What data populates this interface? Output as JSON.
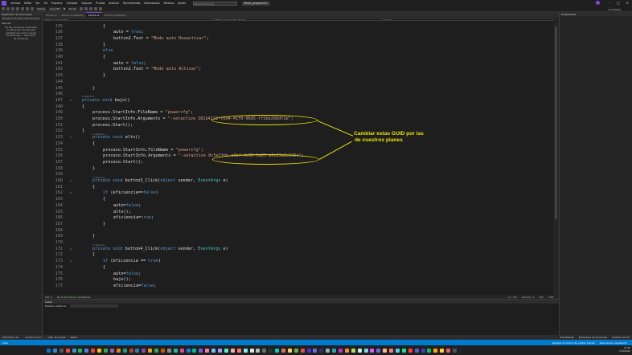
{
  "titlebar": {
    "menu": [
      "Archivo",
      "Editar",
      "Ver",
      "Git",
      "Proyecto",
      "Compilar",
      "Depurar",
      "Prueba",
      "Analizar",
      "Herramientas",
      "Extensiones",
      "Ventana",
      "Ayuda"
    ],
    "search_placeholder": "Buscar (Ctrl+Q)",
    "title": "Modo_pcrgaocmin"
  },
  "toolbar": {
    "config": "Debug",
    "platform": "Any CPU",
    "start": "Iniciar",
    "live_share": "Live Share"
  },
  "left_panel": {
    "title": "Explorador de soluciones",
    "search_placeholder": "Buscar en el Explorador de soluciones (Ctrl+;)",
    "tree_item": "Solución",
    "message": "No hay soluciones conectadas en este grupo. Abrirlas aquí mediante una acción o grupo de soluciones. ... Explorador de soluciones"
  },
  "tabs": [
    {
      "label": "Form1.cs",
      "active": false
    },
    {
      "label": "Form1.cs [Diseño]",
      "active": false
    },
    {
      "label": "Form1.cs",
      "active": true
    },
    {
      "label": "Form1.cs [Diseño]",
      "active": false
    }
  ],
  "navbar": {
    "project": "Modo_pcrgaocmin",
    "class": "Modo_pcrgaocmin.Form1",
    "member": "bajo()"
  },
  "code": [
    {
      "n": "135",
      "text": "{"
    },
    {
      "n": "136",
      "text": "auto = true;"
    },
    {
      "n": "137",
      "text": "button2.Text = \"Modo auto Desactivar\";"
    },
    {
      "n": "138",
      "text": "}"
    },
    {
      "n": "139",
      "text": "else"
    },
    {
      "n": "140",
      "text": "{"
    },
    {
      "n": "141",
      "text": "auto = false;"
    },
    {
      "n": "142",
      "text": "button2.Text = \"Modo auto Activar\";"
    },
    {
      "n": "143",
      "text": "}"
    },
    {
      "n": "144",
      "text": ""
    },
    {
      "n": "145",
      "text": "}"
    },
    {
      "n": "146",
      "text": ""
    },
    {
      "n": "147",
      "text": "private void bajo()"
    },
    {
      "n": "148",
      "text": "{"
    },
    {
      "n": "149",
      "text": "proceso.StartInfo.FileName = \"powercfg\";"
    },
    {
      "n": "150",
      "text": "proceso.StartInfo.Arguments = \"-setactive 381b4222-f694-41f0-9685-ff5bb260df2e\";"
    },
    {
      "n": "151",
      "text": "proceso.Start();"
    },
    {
      "n": "152",
      "text": "}"
    },
    {
      "n": "153",
      "text": "private void alto()"
    },
    {
      "n": "154",
      "text": "{"
    },
    {
      "n": "155",
      "text": "proceso.StartInfo.FileName = \"powercfg\";"
    },
    {
      "n": "156",
      "text": "proceso.StartInfo.Arguments = \"-setactive 8c5e7fda-e8bf-4a96-9a85-a6e23a8c635c\";"
    },
    {
      "n": "157",
      "text": "proceso.Start();"
    },
    {
      "n": "158",
      "text": "}"
    },
    {
      "n": "159",
      "text": ""
    },
    {
      "n": "160",
      "text": "private void button3_Click(object sender, EventArgs e)"
    },
    {
      "n": "161",
      "text": "{"
    },
    {
      "n": "162",
      "text": "if (eficiencia==false)"
    },
    {
      "n": "163",
      "text": "{"
    },
    {
      "n": "164",
      "text": "auto=false;"
    },
    {
      "n": "165",
      "text": "alto();"
    },
    {
      "n": "166",
      "text": "eficiencia=true;"
    },
    {
      "n": "167",
      "text": "}"
    },
    {
      "n": "168",
      "text": ""
    },
    {
      "n": "169",
      "text": "}"
    },
    {
      "n": "170",
      "text": ""
    },
    {
      "n": "171",
      "text": "private void button4_Click(object sender, EventArgs e)"
    },
    {
      "n": "172",
      "text": "{"
    },
    {
      "n": "173",
      "text": "if (eficiencia == true)"
    },
    {
      "n": "174",
      "text": "{"
    },
    {
      "n": "175",
      "text": "auto=false;"
    },
    {
      "n": "176",
      "text": "bajo();"
    },
    {
      "n": "177",
      "text": "eficiencia=false;"
    }
  ],
  "ref_hint": "1 referencia",
  "annotation": {
    "line1": "Cambiar estas GUID por las",
    "line2": "de vuestros planes",
    "color": "#e8e000"
  },
  "editor_status": {
    "zoom": "100 %",
    "issues": "No se encontraron problemas",
    "position": "Lín: 150",
    "col": "Carácter: 1",
    "spc": "SPC",
    "eol": "CRLF"
  },
  "output": {
    "title": "Salida",
    "show_from": "Mostrar salida de:"
  },
  "bottom_tabs": {
    "left": [
      "Explorador de...",
      "Cuadro de her...",
      "Lista de errores",
      "Salida"
    ],
    "right": [
      "Propiedades",
      "Explorador de soluciones",
      "Cambios de GIT"
    ]
  },
  "statusbar": {
    "left": "Listo",
    "git": "Agregar al control de código fuente",
    "repo": "Seleccionar repositorio"
  },
  "tray": {
    "time": "21:50",
    "date": "7/10/2022"
  },
  "taskbar_colors": [
    "#0078d4",
    "#2b88d8",
    "#555",
    "#e74c3c",
    "#3498db",
    "#1db954",
    "#4285f4",
    "#ea4335",
    "#fbbc05",
    "#34a853",
    "#9b59b6",
    "#e67e22",
    "#16a085",
    "#c0392b",
    "#2980b9",
    "#8e44ad",
    "#f39c12",
    "#27ae60",
    "#d35400",
    "#7f8c8d",
    "#1abc9c",
    "#e84393",
    "#0984e3",
    "#00b894",
    "#6c5ce7",
    "#fd79a8",
    "#74b9ff",
    "#a29bfe",
    "#55efc4",
    "#fab1a0",
    "#ff7675",
    "#81ecec",
    "#dfe6e9",
    "#b2bec3",
    "#636e72",
    "#2d3436",
    "#00cec9",
    "#e17055",
    "#fdcb6e",
    "#6ab04c",
    "#eb4d4b",
    "#4834d4",
    "#686de0",
    "#30336b",
    "#95afc0",
    "#22a6b3",
    "#be2edd",
    "#f0932b",
    "#badc58",
    "#c7ecee",
    "#7ed6df",
    "#e056fd",
    "#686de0",
    "#ffbe76",
    "#ff7979",
    "#4bcffa",
    "#0be881",
    "#ff3f34",
    "#575fcf",
    "#3c40c6",
    "#05c46b",
    "#ffa801",
    "#ffd32a",
    "#ef5777",
    "#485460",
    "#1e272e"
  ]
}
